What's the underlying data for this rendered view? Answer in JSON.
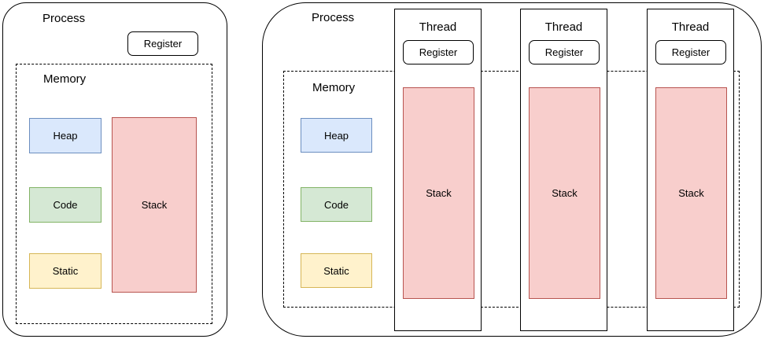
{
  "colors": {
    "background": "#ffffff",
    "line": "#000000",
    "heap_fill": "#dae8fc",
    "heap_stroke": "#6c8ebf",
    "code_fill": "#d5e8d4",
    "code_stroke": "#82b366",
    "static_fill": "#fff2cc",
    "static_stroke": "#d6b656",
    "stack_fill": "#f8cecc",
    "stack_stroke": "#b85450"
  },
  "left_process": {
    "title": "Process",
    "register_label": "Register",
    "memory": {
      "title": "Memory",
      "heap_label": "Heap",
      "code_label": "Code",
      "static_label": "Static",
      "stack_label": "Stack"
    }
  },
  "right_process": {
    "title": "Process",
    "memory": {
      "title": "Memory",
      "heap_label": "Heap",
      "code_label": "Code",
      "static_label": "Static"
    },
    "threads": [
      {
        "title": "Thread",
        "register_label": "Register",
        "stack_label": "Stack"
      },
      {
        "title": "Thread",
        "register_label": "Register",
        "stack_label": "Stack"
      },
      {
        "title": "Thread",
        "register_label": "Register",
        "stack_label": "Stack"
      }
    ]
  }
}
